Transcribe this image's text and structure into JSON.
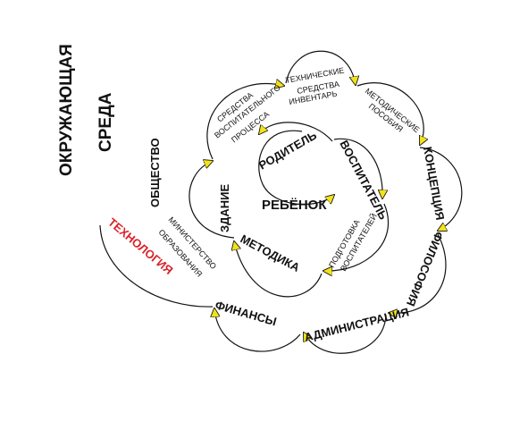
{
  "center": "РЕБЁНОК",
  "outer_environment": [
    "ОКРУЖАЮЩАЯ",
    "СРЕДА"
  ],
  "society": "ОБЩЕСТВО",
  "ring_items": {
    "parent": "РОДИТЕЛЬ",
    "educator": "ВОСПИТАТЕЛЬ",
    "teacher_training": [
      "ПОДГОТОВКА",
      "ВОСПИТАТЕЛЕЙ"
    ],
    "method": "МЕТОДИКА",
    "building": "ЗДАНИЕ",
    "educational_tools": [
      "СРЕДСТВА",
      "ВОСПИТАТЕЛЬНОГО",
      "ПРОЦЕССА"
    ],
    "technical_tools": [
      "ТЕХНИЧЕСКИЕ",
      "СРЕДСТВА",
      "ИНВЕНТАРЬ"
    ],
    "methodical_aids": [
      "МЕТОДИЧЕСКИЕ",
      "ПОСОБИЯ"
    ],
    "concept": "КОНЦЕПЦИЯ",
    "philosophy": "ФИЛОСОФИЯ",
    "administration": "АДМИНИСТРАЦИЯ",
    "finance": "ФИНАНСЫ",
    "ministry": [
      "МИНИСТЕРСТВО",
      "ОБРАЗОВАНИЯ"
    ],
    "technology": "ТЕХНОЛОГИЯ"
  },
  "colors": {
    "line": "#111111",
    "arrow": "#f2e21b",
    "accent": "#d8232a"
  }
}
